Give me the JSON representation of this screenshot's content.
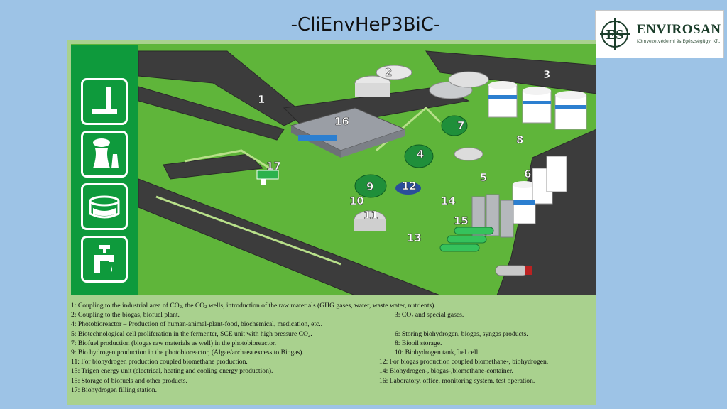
{
  "title": "-CliEnvHeP3BiC-",
  "logo": {
    "brand": "ENVIROSAN",
    "mark": "ES",
    "tagline": "Környezetvédelmi és Egészségügyi Kft."
  },
  "colors": {
    "background": "#9dc3e6",
    "frame": "#a9d18e",
    "sidebar": "#0e9a3c",
    "grass": "#5fb53a",
    "road": "#3c3c3c"
  },
  "sidebar_icons": [
    "industrial-chimney-icon",
    "cooling-tower-icon",
    "bioreactor-tank-icon",
    "water-tap-icon"
  ],
  "map_numbers": [
    "1",
    "2",
    "3",
    "4",
    "5",
    "6",
    "7",
    "8",
    "9",
    "10",
    "11",
    "12",
    "13",
    "14",
    "15",
    "16",
    "17"
  ],
  "legend": {
    "l1": {
      "a": "1: Coupling to the industrial area of CO",
      "b": ", the CO",
      "c": " wells, introduction of the raw materials (GHG gases, water, waste water, nutrients)."
    },
    "l2": "2: Coupling to the biogas, biofuel plant.",
    "l3": {
      "a": "3: CO",
      "b": " and special gases."
    },
    "l4": "4: Photobioreactor – Production of human-animal-plant-food, biochemical, medication, etc..",
    "l5": {
      "a": "5: Biotechnological cell proliferation in the fermenter,  SCE unit with high pressure CO",
      "b": "."
    },
    "l6": "6: Storing biohydrogen, biogas, syngas products.",
    "l7": "7: Biofuel production (biogas raw materials as well) in the photobioreactor.",
    "l8": "8: Biooil storage.",
    "l9": "9: Bio hydrogen production in the photobioreactor, (Algae/archaea excess to Biogas).",
    "l10": "10: Biohydrogen tank,fuel cell.",
    "l11": "11: For biohydrogen production coupled biomethane production.",
    "l12": "12: For biogas production coupled biomethane-, biohydrogen.",
    "l13": "13: Trigen energy unit (electrical, heating and cooling energy production).",
    "l14": "14: Biohydrogen-, biogas-,biomethane-container.",
    "l15": "15: Storage of biofuels and other products.",
    "l16": "16: Laboratory, office, monitoring system, test operation.",
    "l17": "17: Biohydrogen filling station.",
    "sub2": "2"
  }
}
